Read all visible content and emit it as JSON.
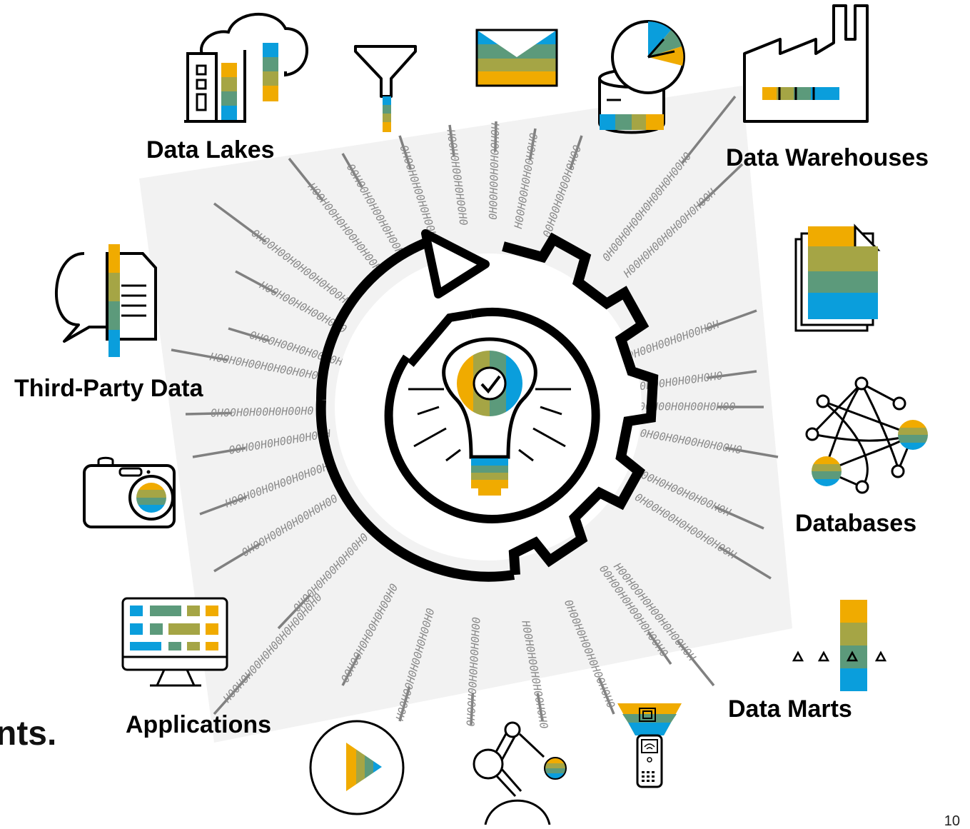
{
  "labels": {
    "data_lakes": "Data Lakes",
    "data_warehouses": "Data Warehouses",
    "third_party_data": "Third-Party Data",
    "databases": "Databases",
    "applications": "Applications",
    "data_marts": "Data Marts"
  },
  "truncated_text": "nts.",
  "page_number": "10",
  "icons": [
    "building-cloud-icon",
    "funnel-icon",
    "envelope-icon",
    "database-clock-icon",
    "factory-icon",
    "documents-icon",
    "network-icon",
    "marts-bar-icon",
    "chat-document-icon",
    "camera-icon",
    "monitor-icon",
    "play-icon",
    "robot-arm-icon",
    "handheld-scanner-icon",
    "gear-cycle-icon",
    "lightbulb-icon"
  ],
  "colors": {
    "gold": "#F0AB00",
    "olive": "#A5A545",
    "green": "#5C9A7B",
    "blue": "#0A9EDC",
    "line": "#000000",
    "spoke": "#808080"
  }
}
